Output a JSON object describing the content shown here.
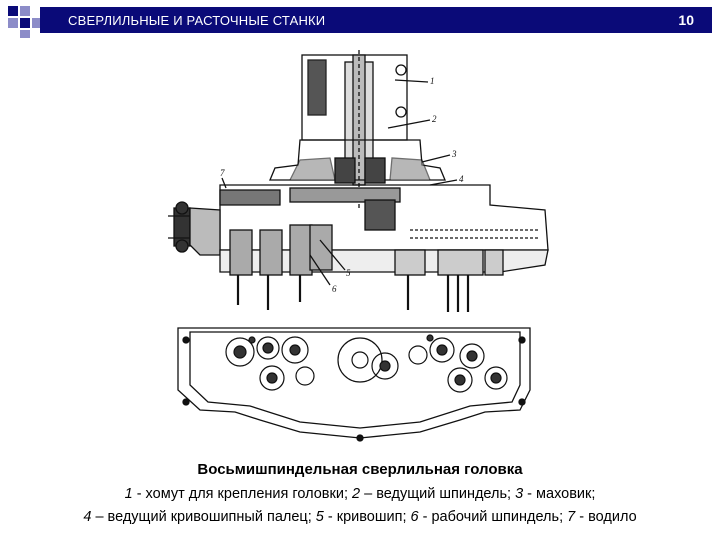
{
  "header": {
    "title": "СВЕРЛИЛЬНЫЕ И РАСТОЧНЫЕ СТАНКИ",
    "page_number": "10",
    "bar_color": "#0a0a78",
    "corner_colors": [
      "#0a0a78",
      "#8c8cc8"
    ]
  },
  "figure": {
    "callouts": [
      "1",
      "2",
      "3",
      "4",
      "5",
      "6",
      "7"
    ],
    "caption_title": "Восьмишпиндельная сверлильная головка",
    "legend": {
      "line1": [
        {
          "num": "1",
          "text": " - хомут для крепления головки; "
        },
        {
          "num": "2",
          "text": " – ведущий шпиндель; "
        },
        {
          "num": "3",
          "text": " - маховик;"
        }
      ],
      "line2": [
        {
          "num": "4",
          "text": " – ведущий кривошипный палец; "
        },
        {
          "num": "5",
          "text": " - кривошип; "
        },
        {
          "num": "6",
          "text": " - рабочий шпиндель; "
        },
        {
          "num": "7",
          "text": " - водило"
        }
      ]
    }
  }
}
